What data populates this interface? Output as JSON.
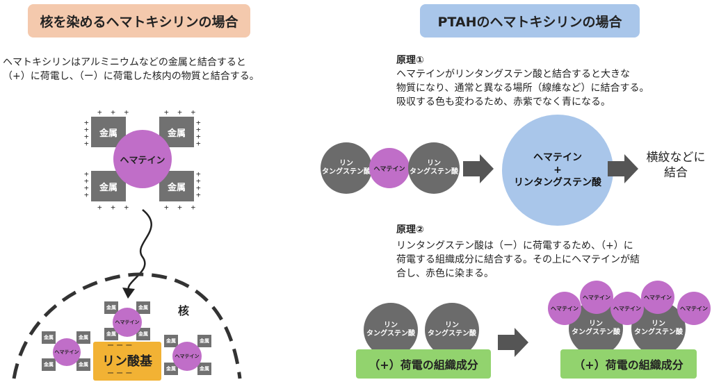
{
  "left": {
    "title": "核を染めるヘマトキシリンの場合",
    "description": "ヘマトキシリンはアルミニウムなどの金属と結合すると\n（+）に荷電し、（ー）に荷電した核内の物質と結合する。",
    "metal_label": "金属",
    "hematein_label": "ヘマテイン",
    "nucleus_label": "核",
    "phosphate_label": "リン酸基",
    "plus_text": "+ + +",
    "minus_text": "ー ー ー"
  },
  "right": {
    "title": "PTAHのヘマトキシリンの場合",
    "principle1": {
      "heading": "原理①",
      "text": "ヘマテインがリンタングステン酸と結合すると大きな\n物質になり、通常と異なる場所（線維など）に結合する。\n吸収する色も変わるため、赤紫でなく青になる。",
      "ptah_label": "リン\nタングステン酸",
      "hematein_label": "ヘマテイン",
      "complex_label": "ヘマテイン\n+\nリンタングステン酸",
      "result_label": "横紋などに\n結合"
    },
    "principle2": {
      "heading": "原理②",
      "text": "リンタングステン酸は（ー）に荷電するため、（+）に\n荷電する組織成分に結合する。その上にヘマテインが結\n合し、赤色に染まる。",
      "ptah_label": "リン\nタングステン酸",
      "hematein_label": "ヘマテイン",
      "tissue_label": "（+）荷電の組織成分"
    }
  },
  "colors": {
    "left_title_bg": "#f4c9ad",
    "right_title_bg": "#a9c6ea",
    "hematein": "#c06ec8",
    "ptah_gray": "#6b6b6b",
    "complex_blue": "#a9c6ea",
    "tissue_green": "#92d36e",
    "phosphate_orange": "#f2b234",
    "arrow_gray": "#555555"
  }
}
